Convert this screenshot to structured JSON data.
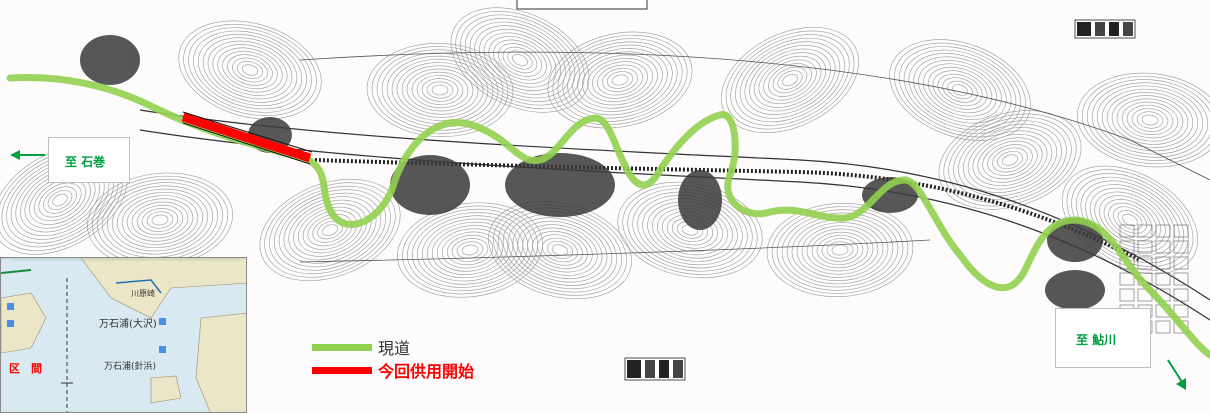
{
  "directions": {
    "left_label": "至 石巻",
    "right_label": "至 鮎川"
  },
  "legend": {
    "existing_road_label": "現道",
    "new_section_label": "今回供用開始",
    "existing_road_color": "#92d050",
    "new_section_color": "#ff0000"
  },
  "inset": {
    "section_label": "区　間",
    "place_upper": "万石浦(大沢)",
    "place_lower": "万石浦(針浜)",
    "place_top": "川原崎"
  },
  "colors": {
    "arrow_green": "#00a040",
    "direction_text": "#00a040",
    "inset_section_text": "#ff0000"
  }
}
